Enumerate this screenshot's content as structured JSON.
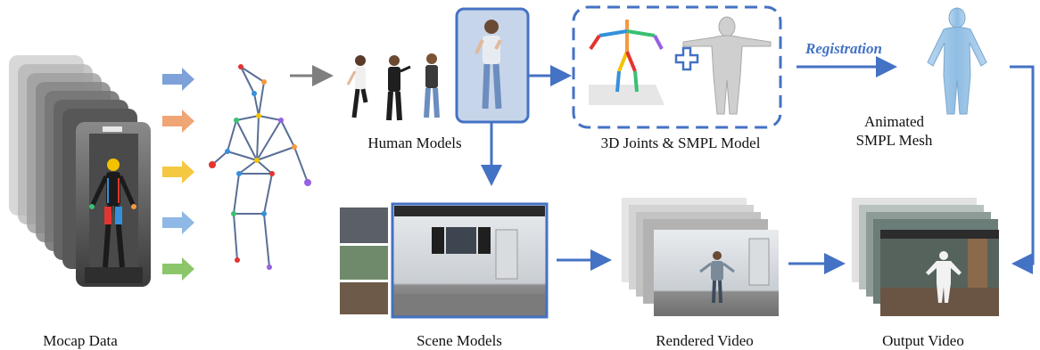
{
  "labels": {
    "mocap": "Mocap Data",
    "human_models": "Human Models",
    "joints_smpl": "3D Joints & SMPL Model",
    "registration": "Registration",
    "animated_line1": "Animated",
    "animated_line2": "SMPL Mesh",
    "scene_models": "Scene Models",
    "rendered_video": "Rendered Video",
    "output_video": "Output Video"
  },
  "colors": {
    "flow_arrow": "#4472c4",
    "gray_arrow": "#7f7f7f",
    "mocap_arrows": [
      "#7ea1d9",
      "#f0a575",
      "#f5c842",
      "#8fb8e6",
      "#8cc66a"
    ],
    "mesh": "#9fc5e8",
    "smpl_gray": "#cfcfcf"
  }
}
